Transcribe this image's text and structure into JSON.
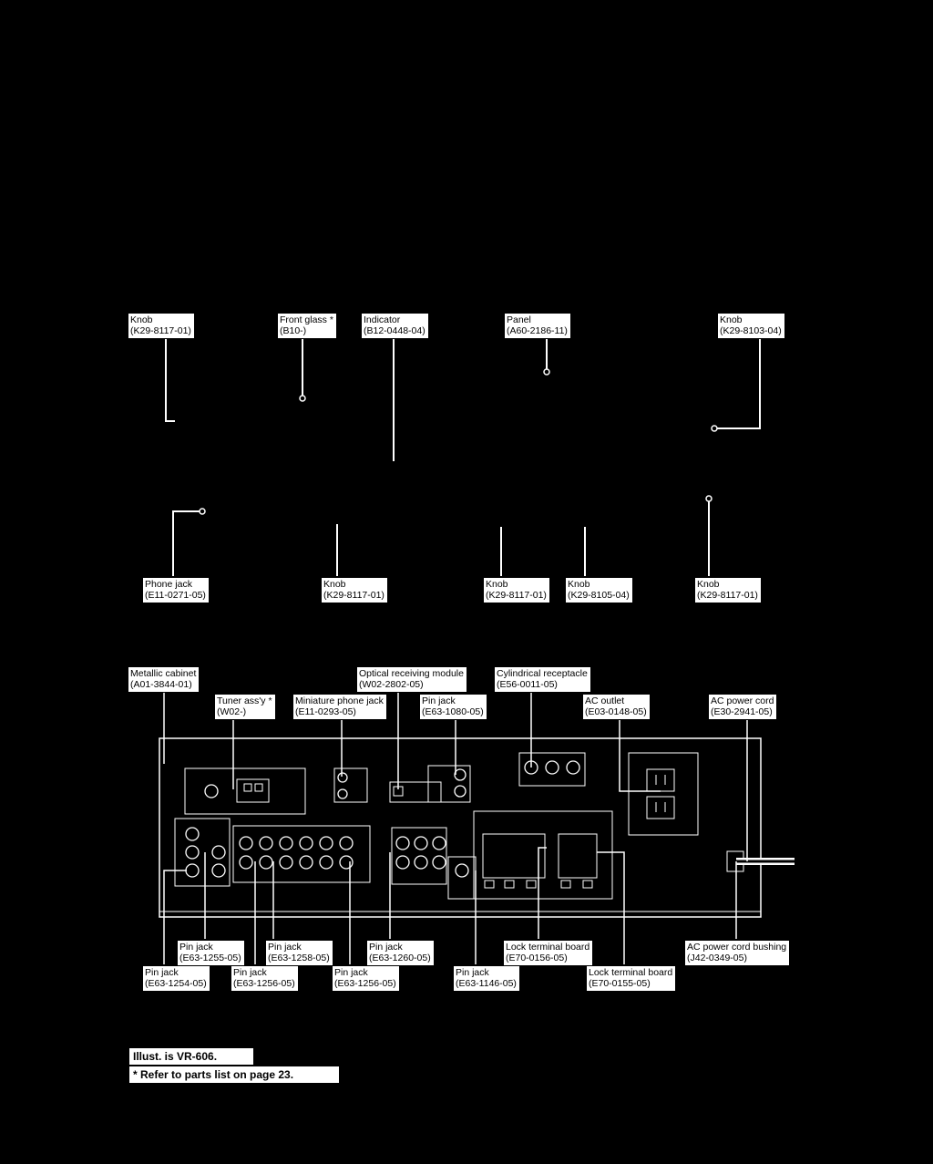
{
  "front_labels": [
    {
      "id": "knob-left-top",
      "name": "Knob",
      "code": "(K29-8117-01)"
    },
    {
      "id": "front-glass",
      "name": "Front glass *",
      "code": "(B10-)"
    },
    {
      "id": "indicator",
      "name": "Indicator",
      "code": "(B12-0448-04)"
    },
    {
      "id": "panel",
      "name": "Panel",
      "code": "(A60-2186-11)"
    },
    {
      "id": "knob-right-top",
      "name": "Knob",
      "code": "(K29-8103-04)"
    },
    {
      "id": "phone-jack",
      "name": "Phone jack",
      "code": "(E11-0271-05)"
    },
    {
      "id": "knob-center-bottom",
      "name": "Knob",
      "code": "(K29-8117-01)"
    },
    {
      "id": "knob-bottom-1",
      "name": "Knob",
      "code": "(K29-8117-01)"
    },
    {
      "id": "knob-bottom-2",
      "name": "Knob",
      "code": "(K29-8105-04)"
    },
    {
      "id": "knob-bottom-right",
      "name": "Knob",
      "code": "(K29-8117-01)"
    }
  ],
  "rear_labels": [
    {
      "id": "metallic-cabinet",
      "name": "Metallic cabinet",
      "code": "(A01-3844-01)"
    },
    {
      "id": "tuner-assy",
      "name": "Tuner ass'y *",
      "code": "(W02-)"
    },
    {
      "id": "miniature-phone-jack",
      "name": "Miniature phone jack",
      "code": "(E11-0293-05)"
    },
    {
      "id": "optical-module",
      "name": "Optical receiving module",
      "code": "(W02-2802-05)"
    },
    {
      "id": "pin-jack-top",
      "name": "Pin jack",
      "code": "(E63-1080-05)"
    },
    {
      "id": "cylindrical-receptacle",
      "name": "Cylindrical receptacle",
      "code": "(E56-0011-05)"
    },
    {
      "id": "ac-outlet",
      "name": "AC outlet",
      "code": "(E03-0148-05)"
    },
    {
      "id": "ac-power-cord",
      "name": "AC power cord",
      "code": "(E30-2941-05)"
    },
    {
      "id": "pin-jack-1255",
      "name": "Pin jack",
      "code": "(E63-1255-05)"
    },
    {
      "id": "pin-jack-1258",
      "name": "Pin jack",
      "code": "(E63-1258-05)"
    },
    {
      "id": "pin-jack-1260",
      "name": "Pin jack",
      "code": "(E63-1260-05)"
    },
    {
      "id": "lock-terminal-0156",
      "name": "Lock terminal board",
      "code": "(E70-0156-05)"
    },
    {
      "id": "ac-cord-bushing",
      "name": "AC power cord bushing",
      "code": "(J42-0349-05)"
    },
    {
      "id": "pin-jack-1254",
      "name": "Pin jack",
      "code": "(E63-1254-05)"
    },
    {
      "id": "pin-jack-1256-a",
      "name": "Pin jack",
      "code": "(E63-1256-05)"
    },
    {
      "id": "pin-jack-1256-b",
      "name": "Pin jack",
      "code": "(E63-1256-05)"
    },
    {
      "id": "pin-jack-1146",
      "name": "Pin jack",
      "code": "(E63-1146-05)"
    },
    {
      "id": "lock-terminal-0155",
      "name": "Lock terminal board",
      "code": "(E70-0155-05)"
    }
  ],
  "notes": {
    "illust": "Illust. is VR-606.",
    "refer": "* Refer to parts list on page 23."
  }
}
